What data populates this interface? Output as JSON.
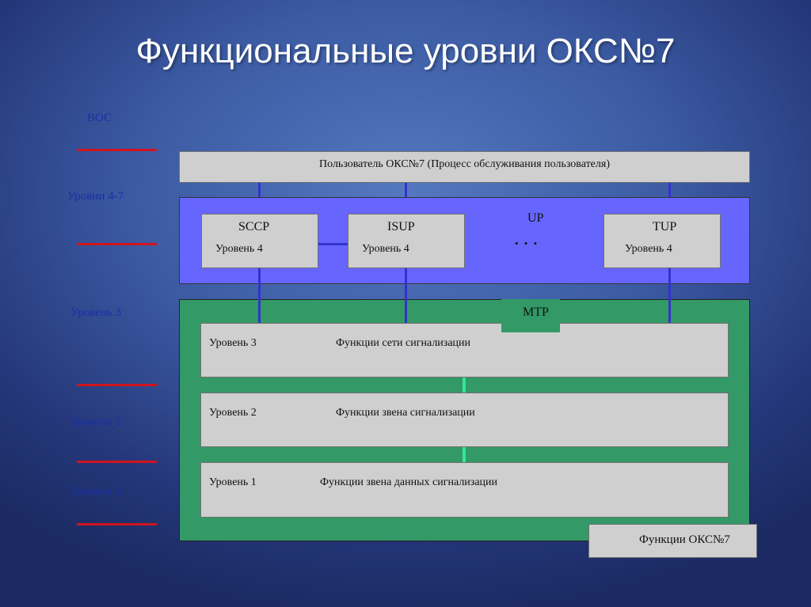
{
  "title": "Функциональные уровни ОКС№7",
  "osi": {
    "heading": "ВОС",
    "levels_4_7": "Уровни 4-7",
    "level_3": "Уровень 3",
    "level_2": "Уровень 2",
    "level_1": "Уровень 1"
  },
  "user_box": {
    "text": "Пользователь ОКС№7 (Процесс обслуживания пользователя)"
  },
  "up_block": {
    "label": "UP",
    "ellipsis": "• • •",
    "color": "#6666ff",
    "protocols": [
      {
        "name": "SCCP",
        "level": "Уровень 4"
      },
      {
        "name": "ISUP",
        "level": "Уровень 4"
      },
      {
        "name": "TUP",
        "level": "Уровень 4"
      }
    ]
  },
  "mtp_block": {
    "label": "MTP",
    "color": "#339966",
    "rows": [
      {
        "level": "Уровень 3",
        "function": "Функции сети сигнализации"
      },
      {
        "level": "Уровень 2",
        "function": "Функции звена сигнализации"
      },
      {
        "level": "Уровень 1",
        "function": "Функции звена данных сигнализации"
      }
    ]
  },
  "legend": {
    "text": "Функции ОКС№7"
  },
  "colors": {
    "boundary_line": "#d0141e",
    "osi_label": "#1a2fa8",
    "connector": "#3333cc"
  }
}
